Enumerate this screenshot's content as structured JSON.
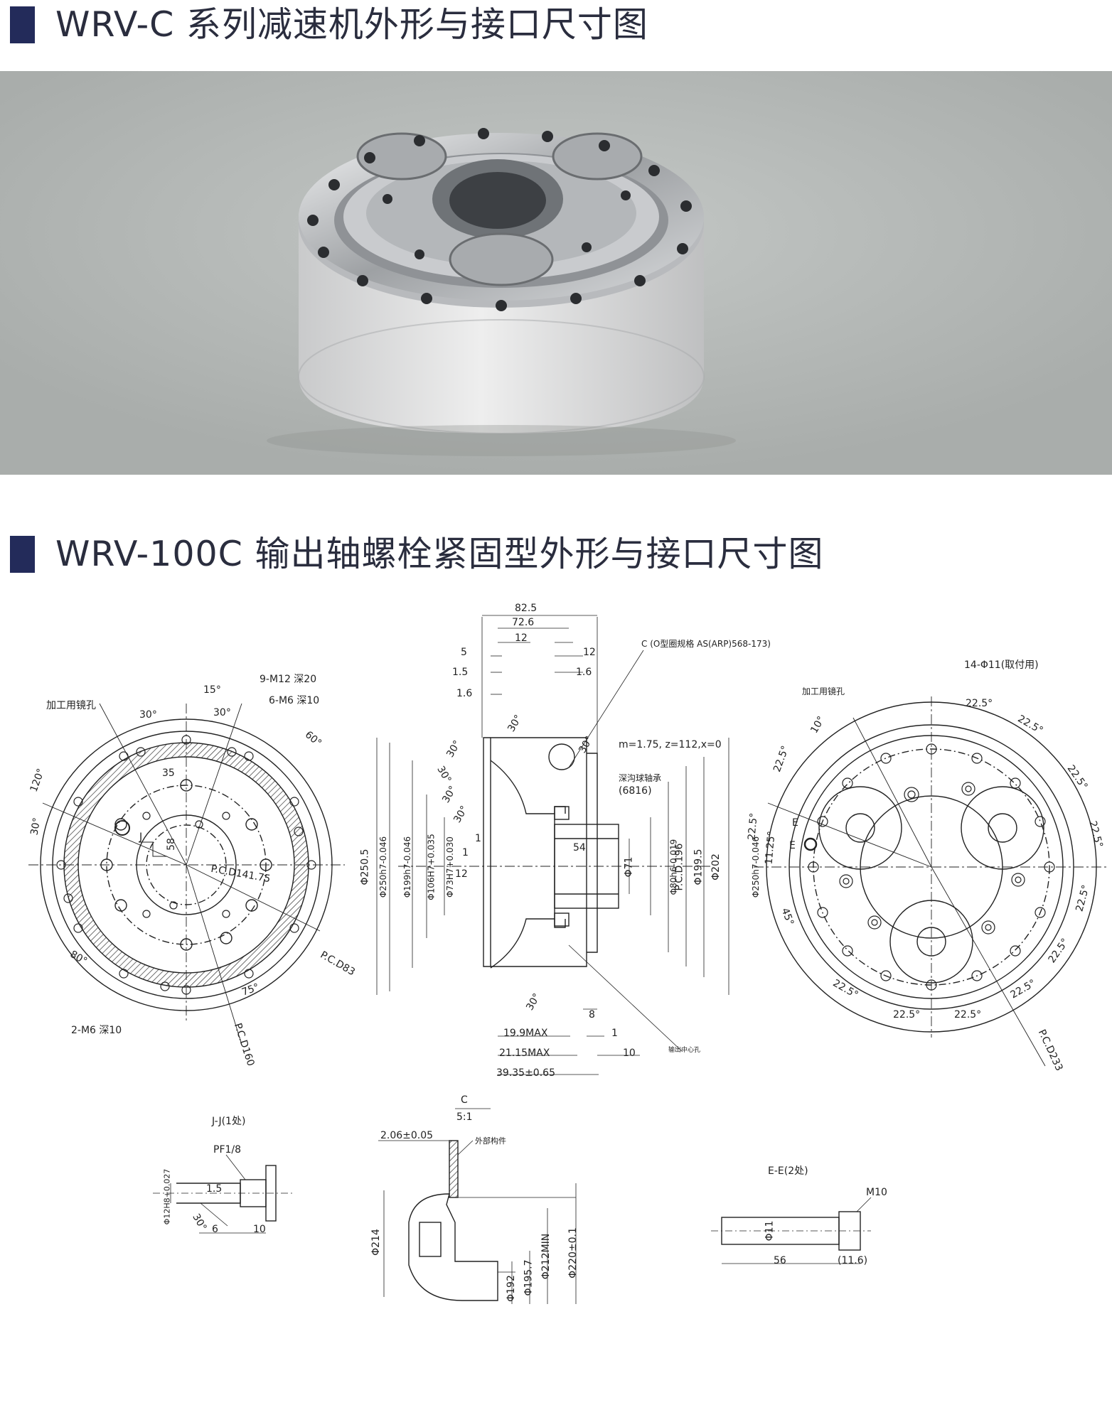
{
  "section1": {
    "title": "WRV-C 系列减速机外形与接口尺寸图"
  },
  "section2": {
    "title": "WRV-100C 输出轴螺栓紧固型外形与接口尺寸图"
  },
  "colors": {
    "title_bar": "#232b5a",
    "title_text": "#2a2d3e",
    "line": "#222222"
  },
  "photo": {
    "subject": "gear-reducer-render"
  },
  "front_view": {
    "machining_hole": "加工用镜孔",
    "holes_a": "9-M12 深20",
    "holes_b": "6-M6 深10",
    "holes_c": "2-M6 深10",
    "angle_15": "15°",
    "angle_30a": "30°",
    "angle_30b": "30°",
    "angle_60": "60°",
    "angle_120": "120°",
    "angle_30c": "30°",
    "angle_80": "80°",
    "angle_75": "75°",
    "dim_35": "35",
    "dim_58": "58",
    "label_j": "J",
    "pcd_141": "P.C.D141.75",
    "pcd_83": "P.C.D83",
    "pcd_160": "P.C.D160"
  },
  "side_view": {
    "d82_5": "82.5",
    "d72_6": "72.6",
    "d12a": "12",
    "d12b": "12",
    "d5": "5",
    "d1_5a": "1.5",
    "d1_5b": "1.6",
    "d1_6": "1.6",
    "c_note": "C (O型圈规格 AS(ARP)568-173)",
    "gear": "m=1.75, z=112,x=0",
    "bearing": "深沟球轴承",
    "bearing_no": "(6816)",
    "a30_1": "30°",
    "a30_2": "30°",
    "a30_3": "30°",
    "a30_4": "30°",
    "a30_5": "30°",
    "a30_6": "30°",
    "a30_7": "30°",
    "d1a": "1",
    "d1b": "1",
    "d12c": "12",
    "d54": "54",
    "dia_250_5": "Φ250.5",
    "dia_250h7": "Φ250h7-0.046",
    "dia_199h7": "Φ199h7-0.046",
    "dia_106h7": "Φ106H7+0.035",
    "dia_73h7": "Φ73H7+0.030",
    "dia_71": "Φ71",
    "dia_80h6": "Φ80h6-0.019",
    "pcd_196": "P.C.D.196",
    "dia_199_5": "Φ199.5",
    "dia_202": "Φ202",
    "dia_250h7b": "Φ250h7-0.046",
    "d8": "8",
    "d1c": "1",
    "d10": "10",
    "d19_9": "19.9MAX",
    "d21_15": "21.15MAX",
    "d39_35": "39.35±0.65",
    "center": "输出中心孔"
  },
  "rear_view": {
    "holes": "14-Φ11(取付用)",
    "machining_hole": "加工用镜孔",
    "a10": "10°",
    "a22_5_1": "22.5°",
    "a22_5_2": "22.5°",
    "a22_5_3": "22.5°",
    "a22_5_4": "22.5°",
    "a22_5_5": "22.5°",
    "a22_5_6": "22.5°",
    "a22_5_7": "22.5°",
    "a22_5_8": "22.5°",
    "a22_5_9": "22.5°",
    "a22_5_10": "22.5°",
    "a22_5_11": "22.5°",
    "a22_5_12": "22.5°",
    "a11_25": "11.25°",
    "a45": "45°",
    "e1": "E",
    "e2": "E",
    "pcd_233": "P.C.D233"
  },
  "detail_j": {
    "title": "J-J(1处)",
    "pf": "PF1/8",
    "d12h8": "Φ12H8+0.027",
    "d1_5": "1.5",
    "a30": "30°",
    "d6": "6",
    "d10": "10"
  },
  "detail_c": {
    "label": "C",
    "scale": "5:1",
    "d2_06": "2.06±0.05",
    "external": "外部构件",
    "d214": "Φ214",
    "d192": "Φ192",
    "d195_7": "Φ195.7",
    "d212": "Φ212MIN",
    "d220": "Φ220±0.1"
  },
  "detail_e": {
    "title": "E-E(2处)",
    "m10": "M10",
    "d11": "Φ11",
    "d56": "56",
    "d11_6": "(11.6)"
  }
}
